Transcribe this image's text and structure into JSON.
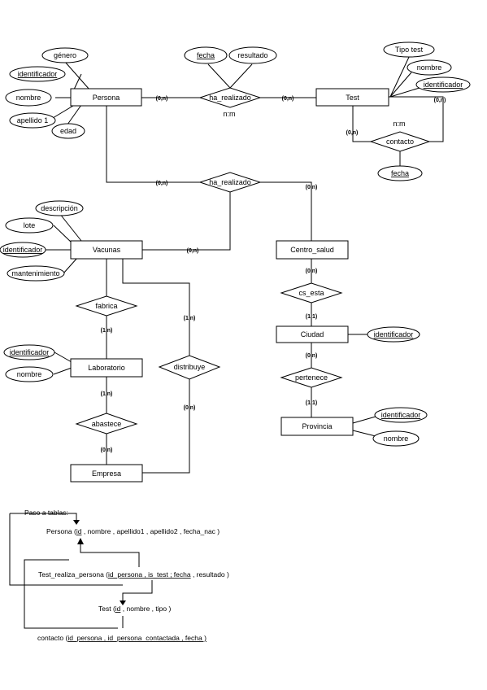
{
  "entities": {
    "persona": "Persona",
    "test": "Test",
    "vacunas": "Vacunas",
    "centro_salud": "Centro_salud",
    "ciudad": "Ciudad",
    "laboratorio": "Laboratorio",
    "empresa": "Empresa",
    "provincia": "Provincia"
  },
  "relationships": {
    "ha_realizado_1": "ha_realizado",
    "ha_realizado_2": "ha_realizado",
    "contacto": "contacto",
    "fabrica": "fabrica",
    "distribuye": "distribuye",
    "abastece": "abastece",
    "cs_esta": "cs_esta",
    "pertenece": "pertenece"
  },
  "attributes": {
    "genero": "género",
    "identificador_persona": "identificador",
    "nombre_persona": "nombre",
    "apellido1": "apellido 1",
    "edad": "edad",
    "fecha_ha_realizado": "fecha",
    "resultado": "resultado",
    "tipo_test": "Tipo test",
    "nombre_test": "nombre",
    "identificador_test": "identificador",
    "fecha_contacto": "fecha",
    "descripcion": "descripción",
    "lote": "lote",
    "identificador_vacunas": "identificador",
    "mantenimiento": "mantenimiento",
    "identificador_laboratorio": "identificador",
    "nombre_laboratorio": "nombre",
    "identificador_ciudad": "identificador",
    "identificador_provincia": "identificador",
    "nombre_provincia": "nombre"
  },
  "cardinalities": {
    "persona_ha1": "(0,n)",
    "test_ha1": "(0,n)",
    "test_contacto_right": "(0,n)",
    "test_contacto_left": "(0,n)",
    "ha2_left": "(0,n)",
    "ha2_right": "(0,n)",
    "vacunas_ha2": "(0,n)",
    "fabrica_card": "(1,n)",
    "distribuye_top": "(1,n)",
    "distribuye_bottom": "(0,n)",
    "abastece_top": "(1,n)",
    "abastece_bottom": "(0,n)",
    "cs_top": "(0,n)",
    "cs_bottom": "(1,1)",
    "pertenece_top": "(0,n)",
    "pertenece_bottom": "(1,1)"
  },
  "relationship_types": {
    "ha_realizado_1": "n:m",
    "contacto": "n:m"
  },
  "tables": {
    "heading": "Paso a tablas:",
    "persona": {
      "name": "Persona (",
      "pk": "id",
      "rest": " , nombre , apellido1 , apellido2 , fecha_nac )"
    },
    "test_realiza_persona": {
      "name": "Test_realiza_persona (",
      "pk": "id_persona , is_test ; fecha",
      "rest": " , resultado )"
    },
    "test": {
      "name": "Test (",
      "pk": "id",
      "rest": " , nombre , tipo )"
    },
    "contacto": {
      "name": "contacto (",
      "pk": "id_persona , id_persona_contactada , fecha )",
      "rest": ""
    }
  }
}
